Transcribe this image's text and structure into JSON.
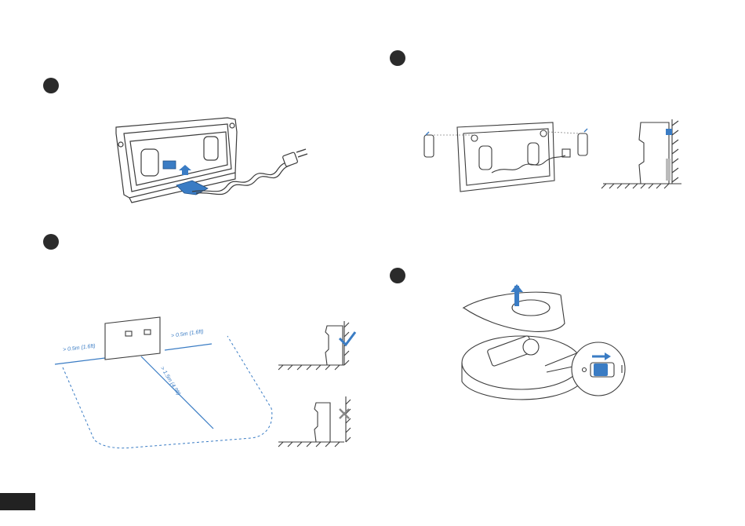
{
  "page": {
    "title": "",
    "accent_color": "#3a7cc4",
    "line_color": "#3c3c3c"
  },
  "steps": [
    {
      "id": 1,
      "text": ""
    },
    {
      "id": 2,
      "text": ""
    },
    {
      "id": 3,
      "text": ""
    },
    {
      "id": 4,
      "text": ""
    }
  ],
  "clearance": {
    "left_label": "> 0.5m (1.6ft)",
    "right_label": "> 0.5m (1.6ft)",
    "front_label": "> 1.5m (4.9ft)"
  },
  "placement_examples": [
    {
      "name": "against-wall",
      "icon": "check-icon",
      "correct": true
    },
    {
      "name": "gap-from-wall",
      "icon": "cross-icon",
      "correct": false
    }
  ],
  "switch_symbols": {
    "off": "O",
    "on": "I"
  }
}
